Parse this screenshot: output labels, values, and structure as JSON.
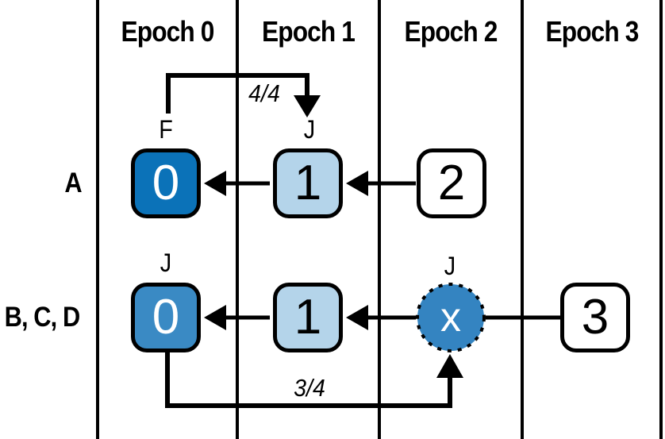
{
  "colors": {
    "bg": "#ffffff",
    "line_black": "#000000",
    "dark_blue": "#0b72b8",
    "medium_blue": "#3a8ac4",
    "circle_blue": "#3484c1",
    "light_blue": "#b4d4ea",
    "text_white": "#ffffff",
    "text_black": "#000000"
  },
  "columns": [
    {
      "label": "Epoch 0"
    },
    {
      "label": "Epoch 1"
    },
    {
      "label": "Epoch 2"
    },
    {
      "label": "Epoch 3"
    }
  ],
  "rows": [
    {
      "label": "A"
    },
    {
      "label": "B, C, D"
    }
  ],
  "nodes": {
    "a0": {
      "value": "0",
      "tag": "F"
    },
    "a1": {
      "value": "1",
      "tag": "J"
    },
    "a2": {
      "value": "2"
    },
    "b0": {
      "value": "0",
      "tag": "J"
    },
    "b1": {
      "value": "1"
    },
    "bx": {
      "value": "x",
      "tag": "J"
    },
    "b3": {
      "value": "3"
    }
  },
  "edge_labels": {
    "top_vote": "4/4",
    "bottom_vote": "3/4"
  }
}
